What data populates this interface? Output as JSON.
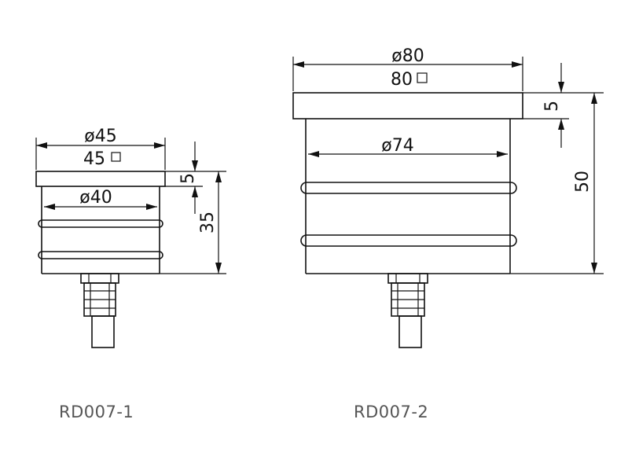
{
  "models": [
    {
      "name": "RD007-1",
      "dims": {
        "outer_diameter": "ø45",
        "outer_square": "45",
        "inner_diameter": "ø40",
        "flange_thickness": "5",
        "total_height": "35"
      }
    },
    {
      "name": "RD007-2",
      "dims": {
        "outer_diameter": "ø80",
        "outer_square": "80",
        "inner_diameter": "ø74",
        "flange_thickness": "5",
        "total_height": "50"
      }
    }
  ]
}
